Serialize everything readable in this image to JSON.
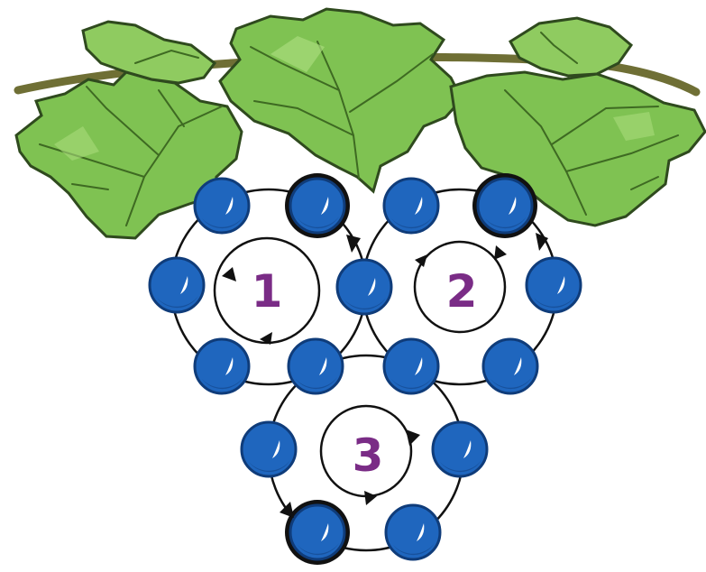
{
  "colors": {
    "background": "#ffffff",
    "leaf_fill": "#7bc04f",
    "leaf_fill_light": "#96d06a",
    "leaf_vein": "#3e6a22",
    "leaf_edge": "#2f4a1e",
    "vine": "#7a7a3a",
    "grape": "#1f66be",
    "grape_dark": "#0f3c7a",
    "grape_highlight": "#ffffff",
    "ring_line": "#111111",
    "ring_label": "#7a2c86"
  },
  "puzzle": {
    "rings": [
      {
        "label": "1",
        "direction": "counterclockwise"
      },
      {
        "label": "2",
        "direction": "clockwise"
      },
      {
        "label": "3",
        "direction": "clockwise"
      }
    ],
    "grape_count": 15,
    "selected_grapes": 3
  },
  "icons": {
    "vine": "grapevine-leaves-icon",
    "grape": "grape-ball-icon",
    "rotate": "rotate-arrow-icon"
  }
}
